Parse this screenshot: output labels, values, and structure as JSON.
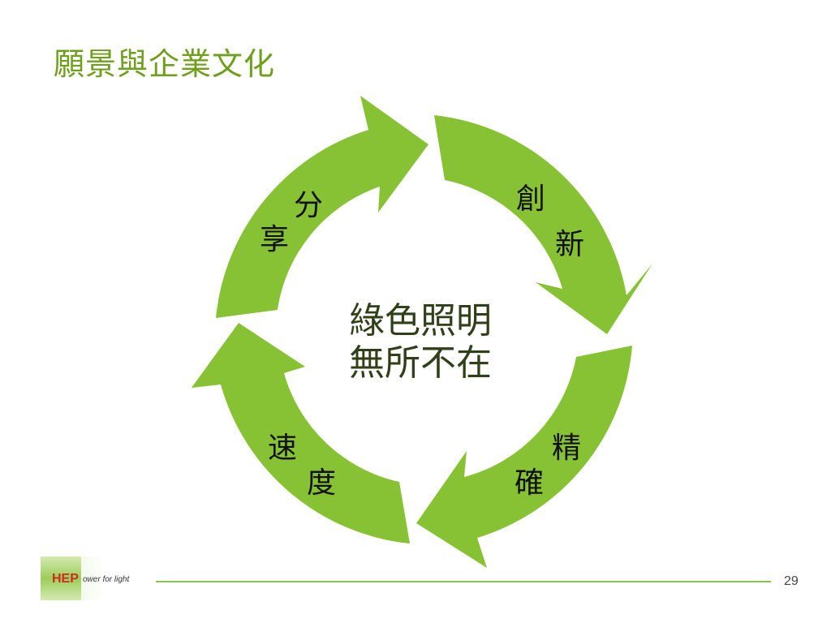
{
  "slide": {
    "title": "願景與企業文化",
    "page_number": "29"
  },
  "diagram": {
    "center_line1": "綠色照明",
    "center_line2": "無所不在",
    "segments": [
      {
        "char1": "創",
        "char2": "新"
      },
      {
        "char1": "精",
        "char2": "確"
      },
      {
        "char1": "速",
        "char2": "度"
      },
      {
        "char1": "分",
        "char2": "享"
      }
    ]
  },
  "logo": {
    "brand": "HEP",
    "tagline": "ower for light"
  },
  "colors": {
    "title": "#6f9f1d",
    "arrow": "#86c233",
    "footer_line": "#8bc34a"
  }
}
